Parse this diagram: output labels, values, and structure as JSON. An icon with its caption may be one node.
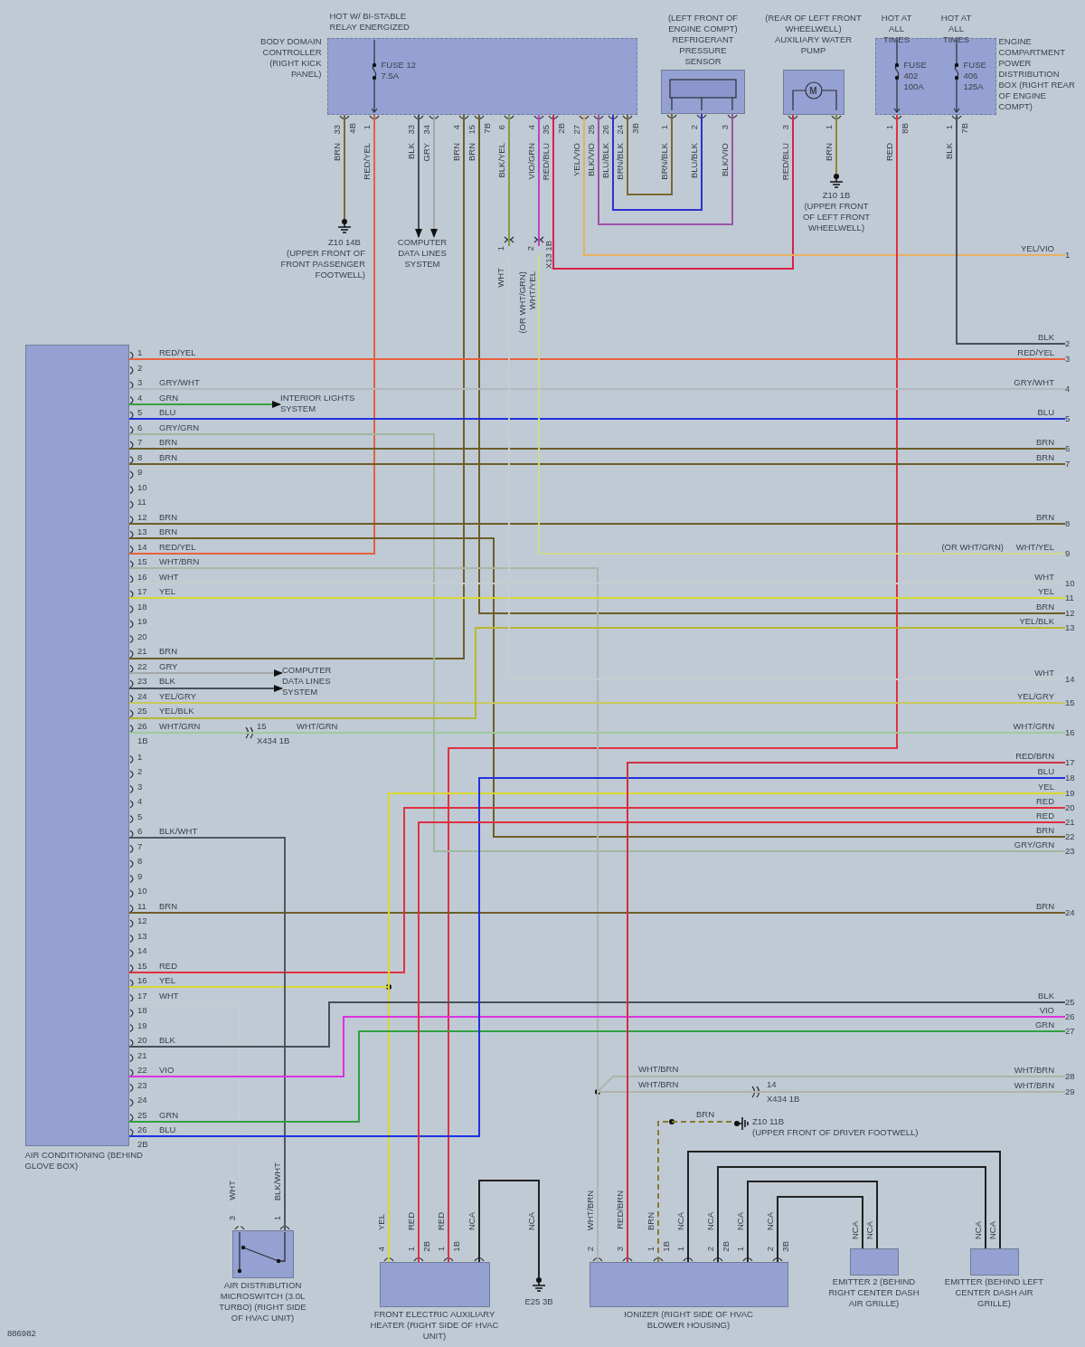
{
  "diagram": {
    "nodes": [
      {
        "text": [
          "BODY DOMAIN CONTROLLER (RIGHT KICK PANEL)",
          "FUSE 12 7.5A"
        ],
        "beside": [
          "HOT W/ BI-STABLE RELAY ENERGIZED"
        ]
      },
      {
        "text": [
          "(LEFT FRONT OF ENGINE COMPT) REFRIGERANT PRESSURE SENSOR"
        ]
      },
      {
        "text": [
          "(REAR OF LEFT FRONT WHEELWELL) AUXILIARY WATER PUMP",
          "M"
        ]
      },
      {
        "text": [
          "FUSE 402 100A",
          "FUSE 406 125A",
          "ENGINE COMPARTMENT POWER DISTRIBUTION BOX (RIGHT REAR OF ENGINE COMPT)"
        ],
        "beside": [
          "HOT AT ALL TIMES",
          "HOT AT ALL TIMES"
        ]
      },
      {
        "text": [
          "AIR CONDITIONING (BEHIND GLOVE BOX)"
        ]
      },
      {
        "text": [
          "AIR DISTRIBUTION MICROSWITCH (3.0L TURBO) (RIGHT SIDE OF HVAC UNIT)"
        ]
      },
      {
        "text": [
          "FRONT ELECTRIC AUXILIARY HEATER (RIGHT SIDE OF HVAC UNIT)"
        ]
      },
      {
        "text": [
          "IONIZER (RIGHT SIDE OF HVAC BLOWER HOUSING)"
        ]
      },
      {
        "text": [
          "EMITTER 2 (BEHIND RIGHT CENTER DASH AIR GRILLE)"
        ]
      },
      {
        "text": [
          "EMITTER (BEHIND LEFT CENTER DASH AIR GRILLE)"
        ]
      },
      {
        "text": [
          "Z10 14B",
          "(UPPER FRONT OF FRONT PASSENGER FOOTWELL)"
        ]
      },
      {
        "text": [
          "Z10 1B",
          "(UPPER FRONT OF LEFT FRONT WHEELWELL)"
        ]
      },
      {
        "text": [
          "Z10 11B",
          "(UPPER FRONT OF DRIVER FOOTWELL)"
        ]
      },
      {
        "text": [
          "E25 3B"
        ]
      },
      {
        "text": [
          "COMPUTER DATA LINES SYSTEM"
        ]
      },
      {
        "text": [
          "INTERIOR LIGHTS SYSTEM"
        ]
      },
      {
        "text": [
          "COMPUTER DATA LINES SYSTEM"
        ]
      },
      {
        "text": [
          "1"
        ]
      },
      {
        "text": [
          "2"
        ]
      },
      {
        "text": [
          "3"
        ]
      },
      {
        "text": [
          "4"
        ]
      },
      {
        "text": [
          "5"
        ]
      },
      {
        "text": [
          "6"
        ]
      },
      {
        "text": [
          "7"
        ]
      },
      {
        "text": [
          "8"
        ]
      },
      {
        "text": [
          "9"
        ]
      },
      {
        "text": [
          "10"
        ]
      },
      {
        "text": [
          "11"
        ]
      },
      {
        "text": [
          "12"
        ]
      },
      {
        "text": [
          "13"
        ]
      },
      {
        "text": [
          "14"
        ]
      },
      {
        "text": [
          "15"
        ]
      },
      {
        "text": [
          "16"
        ]
      },
      {
        "text": [
          "17"
        ]
      },
      {
        "text": [
          "18"
        ]
      },
      {
        "text": [
          "19"
        ]
      },
      {
        "text": [
          "20"
        ]
      },
      {
        "text": [
          "21"
        ]
      },
      {
        "text": [
          "22"
        ]
      },
      {
        "text": [
          "23"
        ]
      },
      {
        "text": [
          "24"
        ]
      },
      {
        "text": [
          "25"
        ]
      },
      {
        "text": [
          "26"
        ]
      },
      {
        "text": [
          "27"
        ]
      },
      {
        "text": [
          "28"
        ]
      },
      {
        "text": [
          "29"
        ]
      },
      {
        "text": [
          "1"
        ]
      },
      {
        "text": [
          "2"
        ]
      }
    ],
    "edges": [
      {
        "from": 0,
        "to": 10,
        "arrow": "none",
        "color": "#7a6a30"
      },
      {
        "from": 0,
        "to": 4,
        "arrow": "none",
        "color": "#e8603c"
      },
      {
        "from": 0,
        "to": 14,
        "arrow": "to",
        "color": "#4a5058"
      },
      {
        "from": 0,
        "to": 14,
        "arrow": "to",
        "color": "#a4a8ac"
      },
      {
        "from": 0,
        "to": 4,
        "arrow": "none",
        "color": "#6e5e28"
      },
      {
        "from": 0,
        "to": 28,
        "arrow": "none",
        "color": "#6e5e28"
      },
      {
        "from": 0,
        "to": 46,
        "arrow": "none",
        "color": "#8a9a40"
      },
      {
        "from": 0,
        "to": 47,
        "arrow": "none",
        "color": "#c040c8"
      },
      {
        "from": 0,
        "to": 2,
        "arrow": "none",
        "color": "#d8204c"
      },
      {
        "from": 0,
        "to": 17,
        "arrow": "none",
        "color": "#e8b060"
      },
      {
        "from": 0,
        "to": 1,
        "arrow": "none",
        "color": "#a050a8"
      },
      {
        "from": 0,
        "to": 1,
        "arrow": "none",
        "color": "#3030d0"
      },
      {
        "from": 0,
        "to": 1,
        "arrow": "none",
        "color": "#7a6a30"
      },
      {
        "from": 2,
        "to": 11,
        "arrow": "none",
        "color": "#8a8a30"
      },
      {
        "from": 3,
        "to": 6,
        "arrow": "none",
        "color": "#e03040"
      },
      {
        "from": 3,
        "to": 18,
        "arrow": "none",
        "color": "#4a5058"
      },
      {
        "from": 4,
        "to": 19,
        "arrow": "none",
        "color": "#e8603c"
      },
      {
        "from": 4,
        "to": 20,
        "arrow": "none",
        "color": "#b4b8bc"
      },
      {
        "from": 4,
        "to": 15,
        "arrow": "to",
        "color": "#3aa040"
      },
      {
        "from": 4,
        "to": 21,
        "arrow": "none",
        "color": "#2030e0"
      },
      {
        "from": 4,
        "to": 39,
        "arrow": "none",
        "color": "#a0b8a0"
      },
      {
        "from": 4,
        "to": 22,
        "arrow": "none",
        "color": "#6e5e28"
      },
      {
        "from": 4,
        "to": 23,
        "arrow": "none",
        "color": "#6e5e28"
      },
      {
        "from": 4,
        "to": 24,
        "arrow": "none",
        "color": "#6e5e28"
      },
      {
        "from": 4,
        "to": 38,
        "arrow": "none",
        "color": "#6e5e28"
      },
      {
        "from": 4,
        "to": 45,
        "arrow": "none",
        "color": "#b0b4a8"
      },
      {
        "from": 4,
        "to": 44,
        "arrow": "none",
        "color": "#b0b4a8"
      },
      {
        "from": 4,
        "to": 7,
        "arrow": "none",
        "color": "#b0b4a8"
      },
      {
        "from": 4,
        "to": 26,
        "arrow": "none",
        "color": "#c8ccd0"
      },
      {
        "from": 4,
        "to": 27,
        "arrow": "none",
        "color": "#d8d830"
      },
      {
        "from": 4,
        "to": 16,
        "arrow": "to",
        "color": "#a4a8ac"
      },
      {
        "from": 4,
        "to": 16,
        "arrow": "to",
        "color": "#4a5058"
      },
      {
        "from": 4,
        "to": 31,
        "arrow": "none",
        "color": "#c8c860"
      },
      {
        "from": 4,
        "to": 29,
        "arrow": "none",
        "color": "#b8b830"
      },
      {
        "from": 4,
        "to": 32,
        "arrow": "none",
        "color": "#a0c8a0"
      },
      {
        "from": 4,
        "to": 40,
        "arrow": "none",
        "color": "#6e5e28"
      },
      {
        "from": 4,
        "to": 36,
        "arrow": "none",
        "color": "#e03040"
      },
      {
        "from": 4,
        "to": 35,
        "arrow": "none",
        "color": "#d8d830"
      },
      {
        "from": 4,
        "to": 6,
        "arrow": "none",
        "color": "#d8d830"
      },
      {
        "from": 4,
        "to": 5,
        "arrow": "none",
        "color": "#505860"
      },
      {
        "from": 4,
        "to": 5,
        "arrow": "none",
        "color": "#c8ccd0"
      },
      {
        "from": 4,
        "to": 41,
        "arrow": "none",
        "color": "#4a5058"
      },
      {
        "from": 4,
        "to": 42,
        "arrow": "none",
        "color": "#e030e0"
      },
      {
        "from": 4,
        "to": 43,
        "arrow": "none",
        "color": "#30a040"
      },
      {
        "from": 4,
        "to": 34,
        "arrow": "none",
        "color": "#2030e0"
      },
      {
        "from": 37,
        "to": 6,
        "arrow": "none",
        "color": "#e03040"
      },
      {
        "from": 33,
        "to": 7,
        "arrow": "none",
        "color": "#d03040"
      },
      {
        "from": 7,
        "to": 12,
        "arrow": "none",
        "style": "dashed",
        "color": "#8a7a30"
      },
      {
        "from": 6,
        "to": 13,
        "arrow": "none",
        "color": "#222222"
      },
      {
        "from": 7,
        "to": 9,
        "arrow": "none",
        "color": "#222222"
      },
      {
        "from": 7,
        "to": 9,
        "arrow": "none",
        "color": "#222222"
      },
      {
        "from": 7,
        "to": 8,
        "arrow": "none",
        "color": "#222222"
      },
      {
        "from": 7,
        "to": 8,
        "arrow": "none",
        "color": "#222222"
      },
      {
        "from": 46,
        "to": 30,
        "arrow": "none",
        "color": "#c8ccd0"
      },
      {
        "from": 47,
        "to": 25,
        "arrow": "none",
        "color": "#d0d890"
      }
    ],
    "labels": [
      "1",
      "2",
      "3",
      "4",
      "5",
      "6",
      "7",
      "8",
      "9",
      "10",
      "11",
      "12",
      "13",
      "14",
      "15",
      "16",
      "17",
      "18",
      "19",
      "20",
      "21",
      "22",
      "23",
      "24",
      "25",
      "26",
      "1B",
      "1",
      "2",
      "3",
      "4",
      "5",
      "6",
      "7",
      "8",
      "9",
      "10",
      "11",
      "12",
      "13",
      "14",
      "15",
      "16",
      "17",
      "18",
      "19",
      "20",
      "21",
      "22",
      "23",
      "24",
      "25",
      "26",
      "2B",
      "RED/YEL",
      "GRY/WHT",
      "GRN",
      "BLU",
      "GRY/GRN",
      "BRN",
      "BRN",
      "BRN",
      "BRN",
      "RED/YEL",
      "WHT/BRN",
      "WHT",
      "YEL",
      "BRN",
      "GRY",
      "BLK",
      "YEL/GRY",
      "YEL/BLK",
      "WHT/GRN",
      "BLK/WHT",
      "BRN",
      "RED",
      "YEL",
      "WHT",
      "BLK",
      "VIO",
      "GRN",
      "BLU",
      "YEL/VIO",
      "BLK",
      "RED/YEL",
      "GRY/WHT",
      "BLU",
      "BRN",
      "BRN",
      "BRN",
      "(OR WHT/GRN)",
      "WHT/YEL",
      "WHT",
      "YEL",
      "BRN",
      "YEL/BLK",
      "WHT",
      "YEL/GRY",
      "WHT/GRN",
      "RED/BRN",
      "BLU",
      "YEL",
      "RED",
      "RED",
      "BRN",
      "GRY/GRN",
      "BRN",
      "BLK",
      "VIO",
      "GRN",
      "WHT/BRN",
      "WHT/BRN",
      "33",
      "4B",
      "BRN",
      "1",
      "RED/YEL",
      "33",
      "BLK",
      "34",
      "GRY",
      "4",
      "BRN",
      "15",
      "7B",
      "BRN",
      "6",
      "BLK/YEL",
      "4",
      "VIO/GRN",
      "35",
      "2B",
      "RED/BLU",
      "27",
      "YEL/VIO",
      "25",
      "BLK/VIO",
      "26",
      "BLU/BLK",
      "24",
      "3B",
      "BRN/BLK",
      "1",
      "BRN/BLK",
      "2",
      "BLU/BLK",
      "3",
      "BLK/VIO",
      "3",
      "RED/BLU",
      "1",
      "BRN",
      "1",
      "8B",
      "RED",
      "1",
      "7B",
      "BLK",
      "WHT",
      "(OR WHT/GRN)",
      "WHT/YEL",
      "X13 1B",
      "15",
      "WHT/GRN",
      "X434 1B",
      "WHT/BRN",
      "WHT/BRN",
      "14",
      "X434 1B",
      "BRN",
      "WHT",
      "3",
      "BLK/WHT",
      "1",
      "YEL",
      "4",
      "RED",
      "1",
      "2B",
      "RED",
      "1",
      "1B",
      "NCA",
      "NCA",
      "WHT/BRN",
      "2",
      "RED/BRN",
      "3",
      "BRN",
      "1",
      "1B",
      "NCA",
      "1",
      "NCA",
      "2",
      "2B",
      "NCA",
      "1",
      "NCA",
      "2",
      "3B",
      "NCA",
      "NCA",
      "NCA",
      "NCA",
      "886982"
    ]
  }
}
